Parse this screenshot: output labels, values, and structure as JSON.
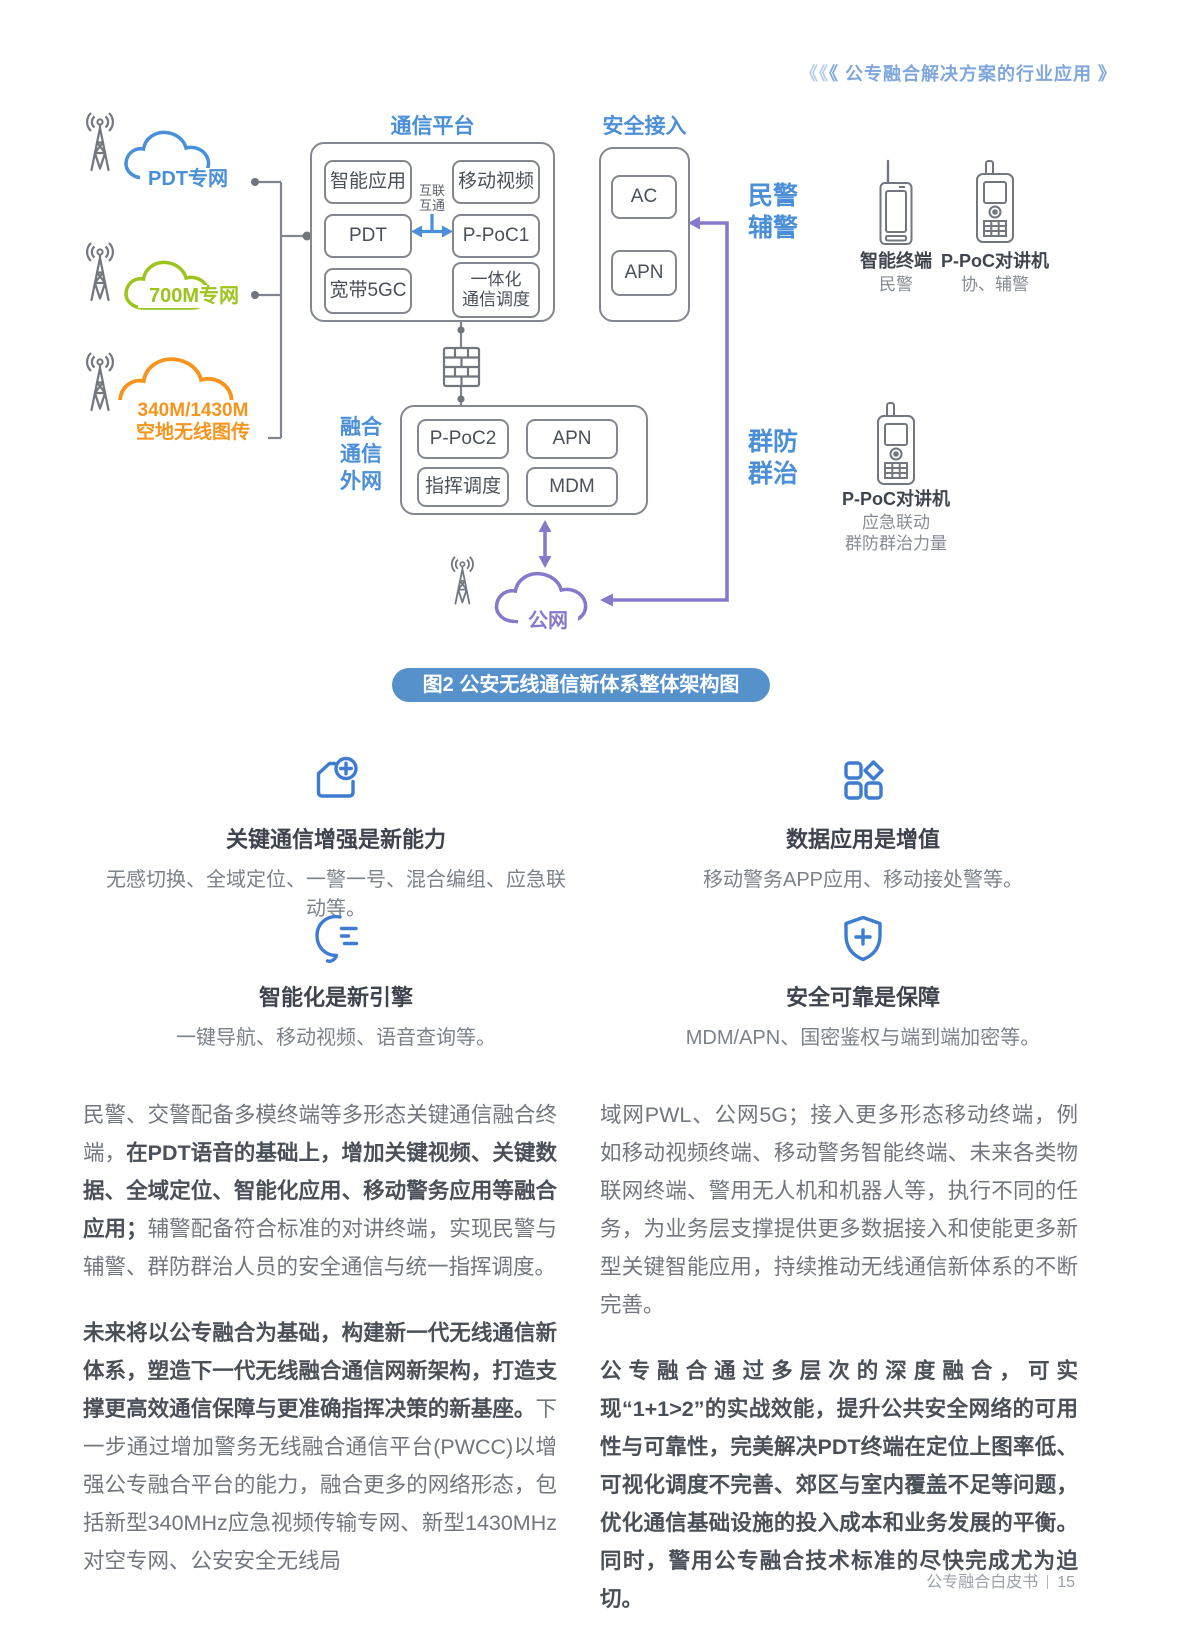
{
  "page_header": {
    "prefix": "《《",
    "text": "《 公专融合解决方案的行业应用 》"
  },
  "diagram": {
    "caption": "图2 公安无线通信新体系整体架构图",
    "networks": {
      "pdt": "PDT专网",
      "m700": "700M专网",
      "m340_line1": "340M/1430M",
      "m340_line2": "空地无线图传",
      "public": "公网"
    },
    "platform": {
      "title": "通信平台",
      "boxes": {
        "ai": "智能应用",
        "video": "移动视频",
        "pdt": "PDT",
        "ppoc1": "P-PoC1",
        "gc": "宽带5GC"
      },
      "dispatch_line1": "一体化",
      "dispatch_line2": "通信调度",
      "interconnect_line1": "互联",
      "interconnect_line2": "互通"
    },
    "secure_access": {
      "title": "安全接入",
      "boxes": {
        "ac": "AC",
        "apn": "APN"
      }
    },
    "extranet": {
      "label_line1": "融合",
      "label_line2": "通信",
      "label_line3": "外网",
      "boxes": {
        "ppoc2": "P-PoC2",
        "apn": "APN",
        "dispatch": "指挥调度",
        "mdm": "MDM"
      }
    },
    "user_groups": {
      "police_line1": "民警",
      "police_line2": "辅警",
      "community_line1": "群防",
      "community_line2": "群治"
    },
    "devices": [
      {
        "name": "智能终端",
        "desc1": "民警"
      },
      {
        "name": "P-PoC对讲机",
        "desc1": "协、辅警"
      },
      {
        "name": "P-PoC对讲机",
        "desc1": "应急联动",
        "desc2": "群防群治力量"
      }
    ]
  },
  "features": [
    {
      "icon": "card-plus-icon",
      "title": "关键通信增强是新能力",
      "desc": "无感切换、全域定位、一警一号、混合编组、应急联动等。"
    },
    {
      "icon": "apps-icon",
      "title": "数据应用是增值",
      "desc": "移动警务APP应用、移动接处警等。"
    },
    {
      "icon": "ai-face-icon",
      "title": "智能化是新引擎",
      "desc": "一键导航、移动视频、语音查询等。"
    },
    {
      "icon": "shield-plus-icon",
      "title": "安全可靠是保障",
      "desc": "MDM/APN、国密鉴权与端到端加密等。"
    }
  ],
  "body": {
    "left": [
      {
        "runs": [
          {
            "text": "民警、交警配备多模终端等多形态关键通信融合终端，",
            "bold": false
          },
          {
            "text": "在PDT语音的基础上，增加关键视频、关键数据、全域定位、智能化应用、移动警务应用等融合应用；",
            "bold": true
          },
          {
            "text": "辅警配备符合标准的对讲终端，实现民警与辅警、群防群治人员的安全通信与统一指挥调度。",
            "bold": false
          }
        ]
      },
      {
        "runs": [
          {
            "text": "未来将以公专融合为基础，构建新一代无线通信新体系，塑造下一代无线融合通信网新架构，打造支撑更高效通信保障与更准确指挥决策的新基座。",
            "bold": true
          },
          {
            "text": "下一步通过增加警务无线融合通信平台(PWCC)以增强公专融合平台的能力，融合更多的网络形态，包括新型340MHz应急视频传输专网、新型1430MHz对空专网、公安安全无线局",
            "bold": false
          }
        ]
      }
    ],
    "right": [
      {
        "runs": [
          {
            "text": "域网PWL、公网5G；接入更多形态移动终端，例如移动视频终端、移动警务智能终端、未来各类物联网终端、警用无人机和机器人等，执行不同的任务，为业务层支撑提供更多数据接入和使能更多新型关键智能应用，持续推动无线通信新体系的不断完善。",
            "bold": false
          }
        ]
      },
      {
        "runs": [
          {
            "text": "公专融合通过多层次的深度融合，可实现“1+1>2”的实战效能，提升公共安全网络的可用性与可靠性，完美解决PDT终端在定位上图率低、可视化调度不完善、郊区与室内覆盖不足等问题，优化通信基础设施的投入成本和业务发展的平衡。同时，警用公专融合技术标准的尽快完成尤为迫切。",
            "bold": true
          }
        ]
      }
    ]
  },
  "footer": {
    "book": "公专融合白皮书",
    "page": "15"
  },
  "colors": {
    "accent_blue": "#4A8FD8",
    "green": "#9CC41C",
    "orange": "#F7941D",
    "purple": "#8878CC",
    "caption_bg": "#5691CC"
  }
}
